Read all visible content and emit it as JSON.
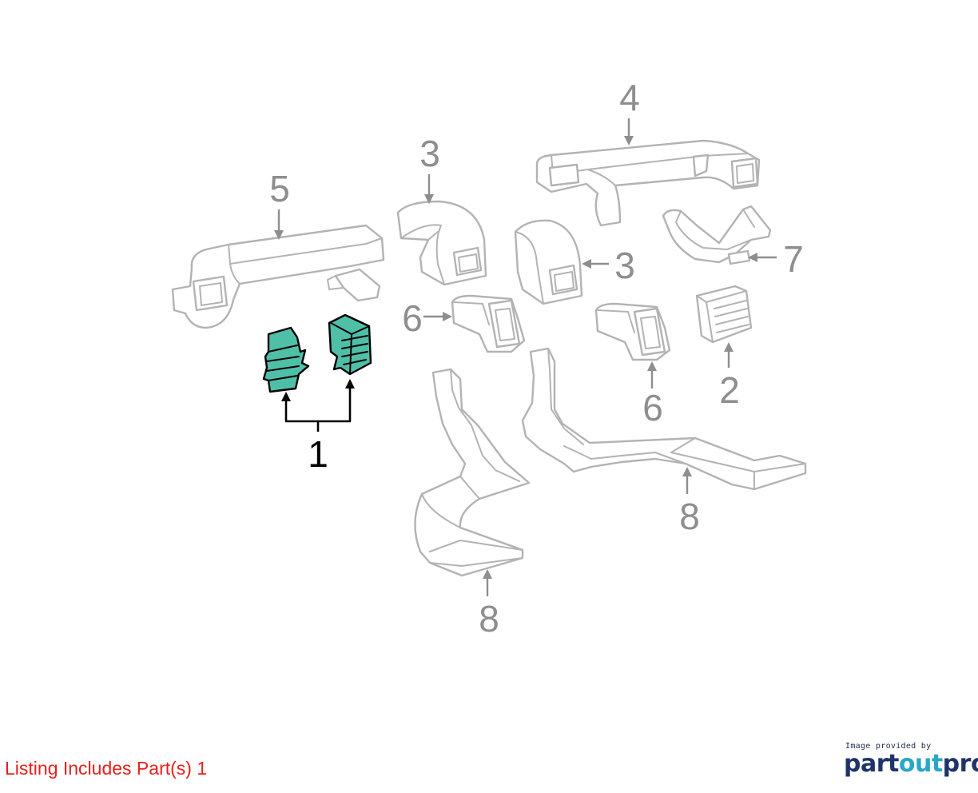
{
  "footer": {
    "listing_text": "Listing Includes Part(s) 1",
    "credit_caption": "Image provided by",
    "brand_part": "part",
    "brand_out": "out",
    "brand_pro": "pro"
  },
  "callouts": {
    "c1": "1",
    "c2": "2",
    "c3a": "3",
    "c3b": "3",
    "c4": "4",
    "c5": "5",
    "c6a": "6",
    "c6b": "6",
    "c7": "7",
    "c8a": "8",
    "c8b": "8"
  },
  "colors": {
    "highlight": "#4fbfa8",
    "callout_gray": "#8e8e8e",
    "listing_red": "#e8201c",
    "brand_navy": "#1f3468",
    "brand_teal": "#2aa6c6"
  }
}
